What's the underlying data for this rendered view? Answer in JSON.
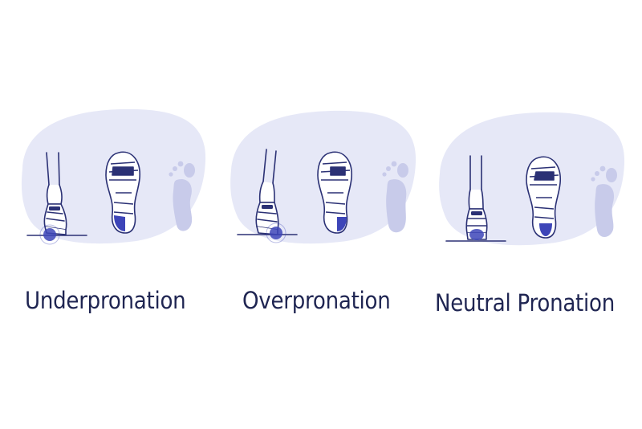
{
  "colors": {
    "blob": "#e6e8f7",
    "ink": "#2b3175",
    "accent": "#3d45b8",
    "footprint": "#c8cbea",
    "label": "#1f2552"
  },
  "panels": [
    {
      "label": "Underpronation",
      "icons": [
        "leg-heel-icon",
        "shoe-sole-icon",
        "footprint-icon"
      ],
      "wear_zone": "outer heel"
    },
    {
      "label": "Overpronation",
      "icons": [
        "leg-heel-icon",
        "shoe-sole-icon",
        "footprint-icon"
      ],
      "wear_zone": "inner heel"
    },
    {
      "label": "Neutral Pronation",
      "icons": [
        "leg-heel-icon",
        "shoe-sole-icon",
        "footprint-icon"
      ],
      "wear_zone": "center heel"
    }
  ]
}
